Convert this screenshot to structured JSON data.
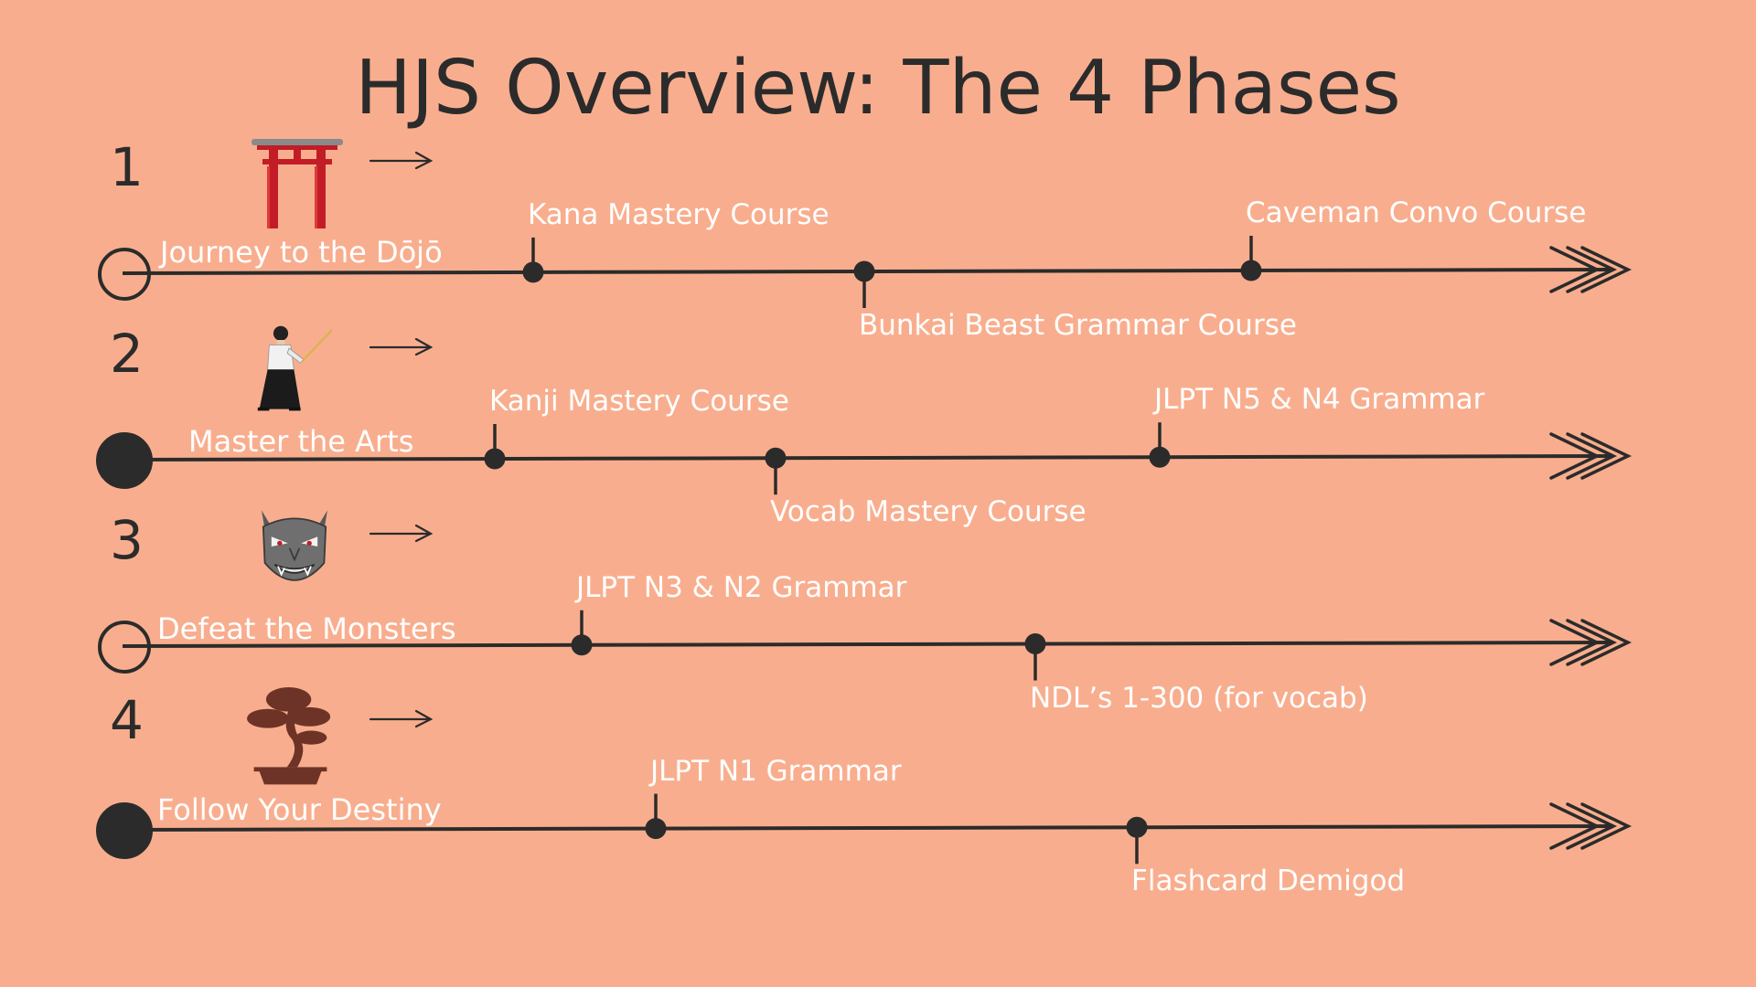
{
  "title": "HJS Overview: The 4 Phases",
  "colors": {
    "background": "#F8AE8E",
    "line": "#2b2b2b",
    "label": "#ffffff",
    "torii_red": "#d0202a",
    "oni_gray": "#6b6b6b",
    "bonsai_brown": "#6e3327"
  },
  "phases": [
    {
      "number": "1",
      "name": "Journey to the Dōjō",
      "icon": "torii-gate-icon",
      "milestones": [
        {
          "label": "Kana Mastery Course",
          "side": "above"
        },
        {
          "label": "Bunkai Beast Grammar Course",
          "side": "below"
        },
        {
          "label": "Caveman Convo Course",
          "side": "above"
        }
      ]
    },
    {
      "number": "2",
      "name": "Master the Arts",
      "icon": "samurai-icon",
      "milestones": [
        {
          "label": "Kanji Mastery Course",
          "side": "above"
        },
        {
          "label": "Vocab Mastery Course",
          "side": "below"
        },
        {
          "label": "JLPT N5 & N4 Grammar",
          "side": "above"
        }
      ]
    },
    {
      "number": "3",
      "name": "Defeat the Monsters",
      "icon": "oni-mask-icon",
      "milestones": [
        {
          "label": "JLPT N3 & N2 Grammar",
          "side": "above"
        },
        {
          "label": "NDL’s 1-300 (for vocab)",
          "side": "below"
        }
      ]
    },
    {
      "number": "4",
      "name": "Follow Your Destiny",
      "icon": "bonsai-tree-icon",
      "milestones": [
        {
          "label": "JLPT N1 Grammar",
          "side": "above"
        },
        {
          "label": "Flashcard Demigod",
          "side": "below"
        }
      ]
    }
  ]
}
